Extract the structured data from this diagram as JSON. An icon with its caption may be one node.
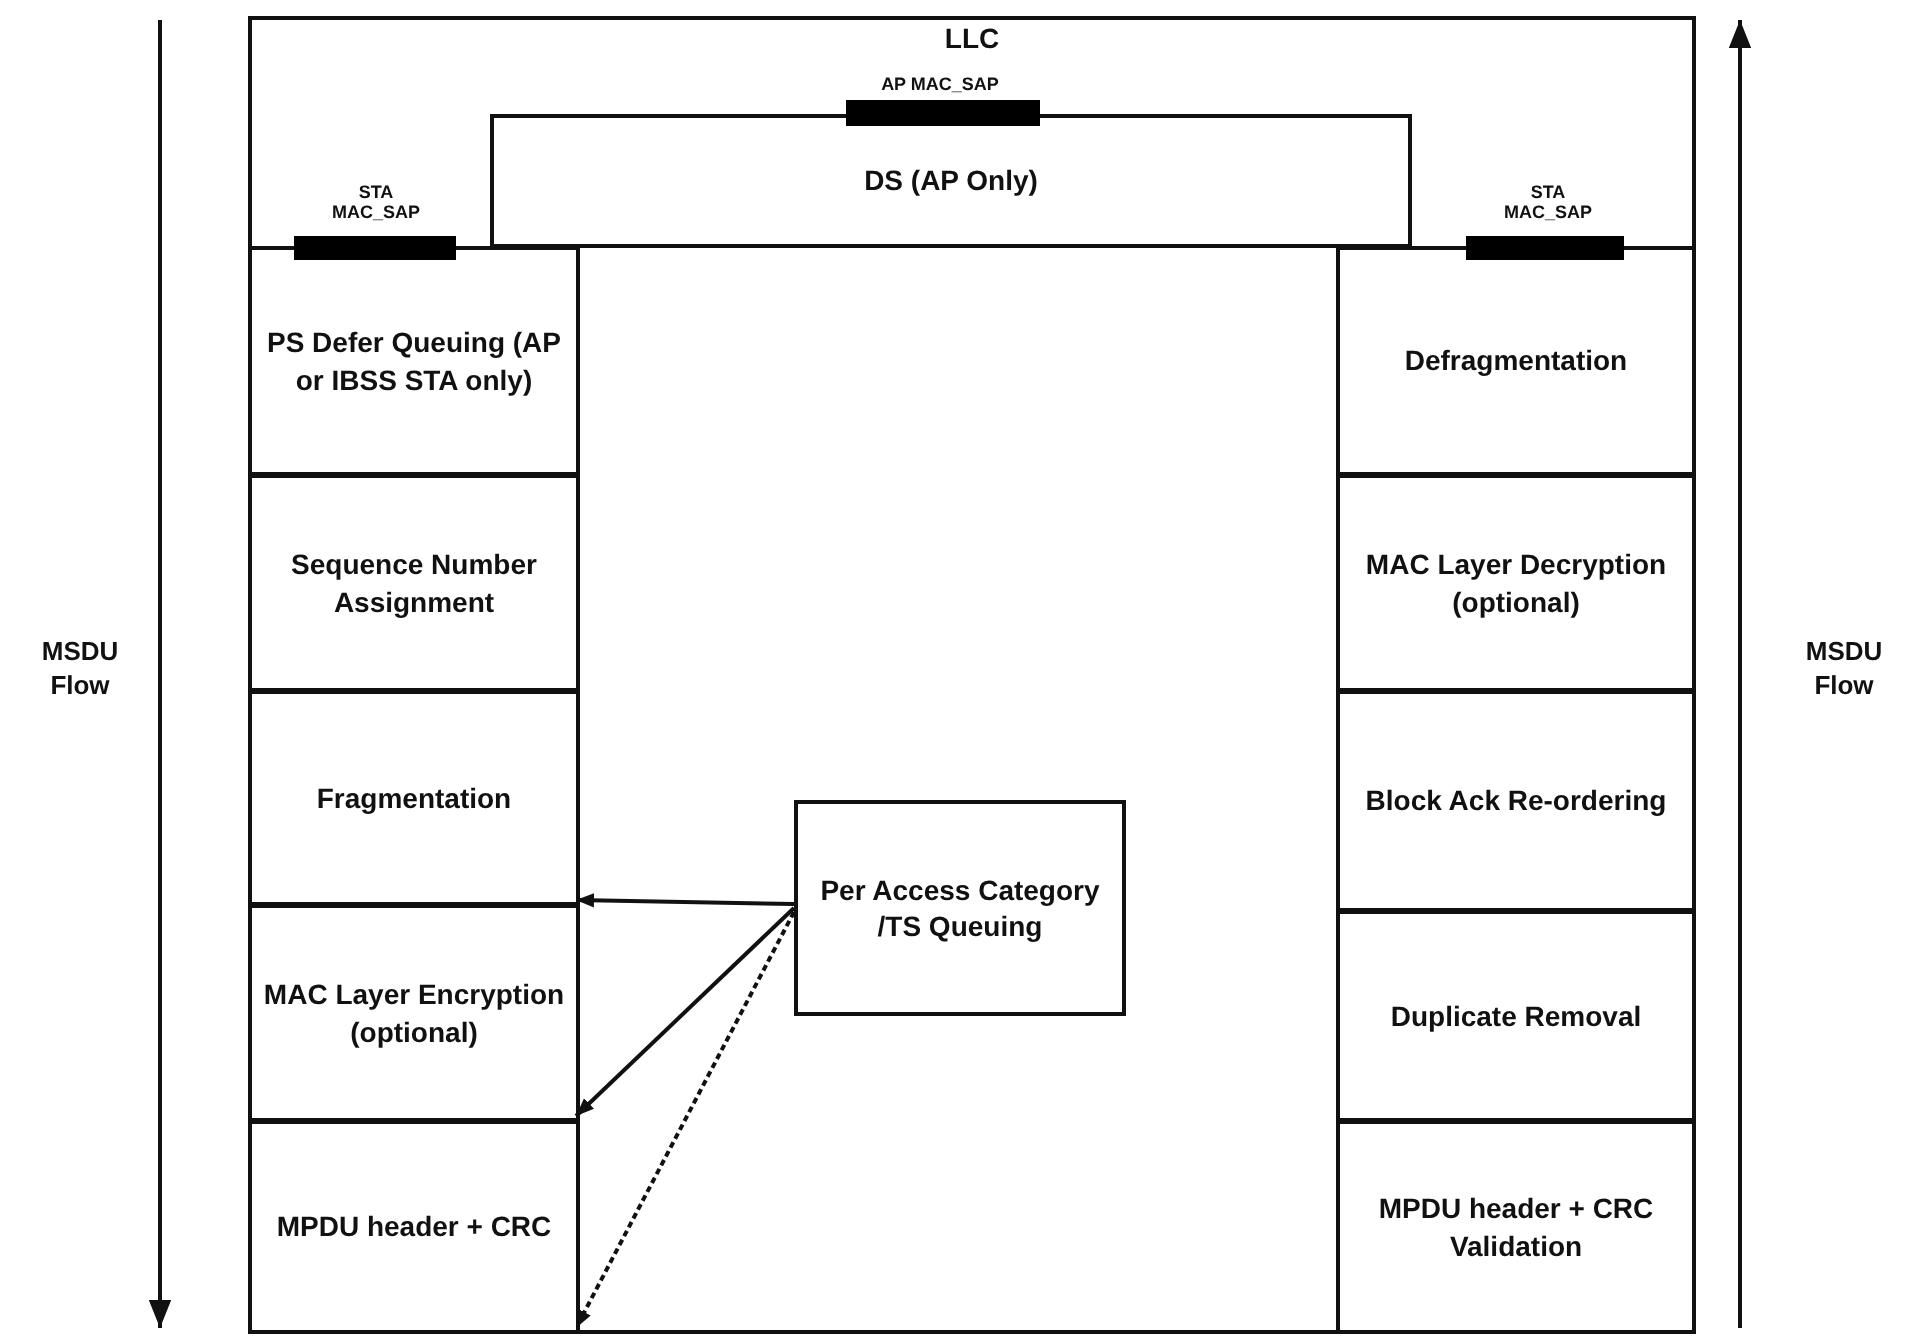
{
  "diagram": {
    "nodes": [
      {
        "text": [
          "LLC"
        ]
      },
      {
        "text": [
          "DS (AP Only)"
        ],
        "in": 0
      },
      {
        "text": [
          "PS Defer Queuing (AP or IBSS STA only)"
        ],
        "in": 0
      },
      {
        "text": [
          "Sequence Number Assignment"
        ],
        "in": 0
      },
      {
        "text": [
          "Fragmentation"
        ],
        "in": 0
      },
      {
        "text": [
          "MAC Layer Encryption (optional)"
        ],
        "in": 0
      },
      {
        "text": [
          "MPDU header + CRC"
        ],
        "in": 0
      },
      {
        "text": [
          "Per Access Category /TS Queuing"
        ],
        "in": 0
      },
      {
        "text": [
          "Defragmentation"
        ],
        "in": 0
      },
      {
        "text": [
          "MAC Layer Decryption (optional)"
        ],
        "in": 0
      },
      {
        "text": [
          "Block Ack Re-ordering"
        ],
        "in": 0
      },
      {
        "text": [
          "Duplicate Removal"
        ],
        "in": 0
      },
      {
        "text": [
          "MPDU header + CRC Validation"
        ],
        "in": 0
      }
    ],
    "edges": [
      {
        "from": 7,
        "to": 4,
        "arrow": "to"
      },
      {
        "from": 7,
        "to": 5,
        "arrow": "to"
      },
      {
        "from": 7,
        "to": 6,
        "arrow": "to",
        "style": "dashed"
      }
    ],
    "labels": [
      "AP MAC_SAP",
      "STA MAC_SAP",
      "STA MAC_SAP",
      "MSDU Flow",
      "MSDU Flow"
    ]
  }
}
